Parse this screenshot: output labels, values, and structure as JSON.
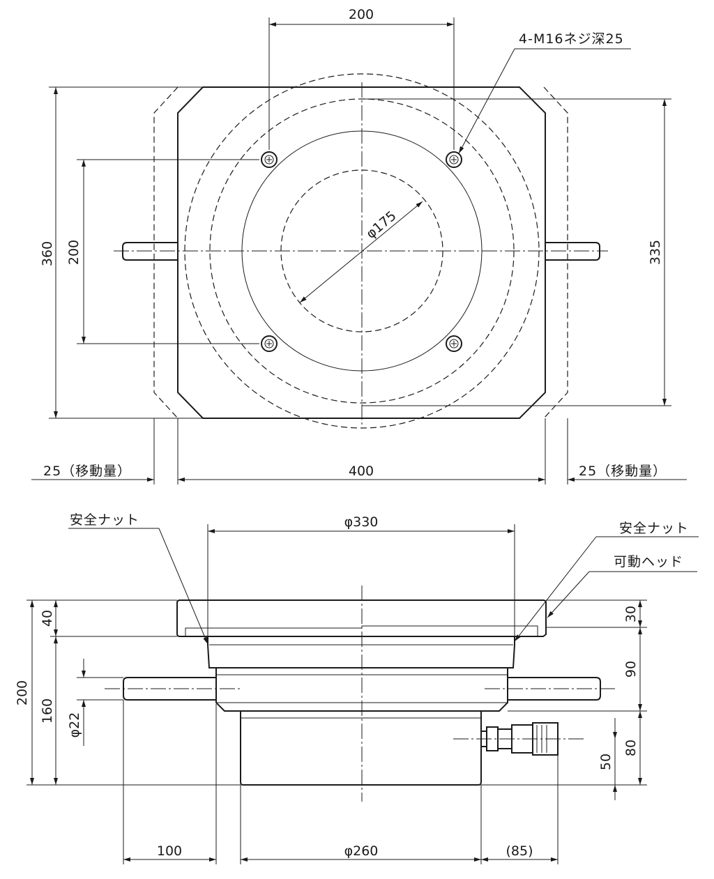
{
  "top_view": {
    "dim_top_hole_spacing": "200",
    "thread_note": "4-M16ネジ深25",
    "dim_diameter_inner": "φ175",
    "dim_height_total": "360",
    "dim_vertical_hole_spacing": "200",
    "dim_height_right": "335",
    "dim_left_travel": "25（移動量）",
    "dim_width": "400",
    "dim_right_travel": "25（移動量）"
  },
  "side_view": {
    "label_safety_nut_left": "安全ナット",
    "dim_top_diameter": "φ330",
    "label_safety_nut_right": "安全ナット",
    "label_movable_head": "可動ヘッド",
    "dim_total_height": "200",
    "dim_top_thickness": "40",
    "dim_lower_height": "160",
    "dim_handle_diameter": "φ22",
    "dim_r30": "30",
    "dim_r90": "90",
    "dim_r80": "80",
    "dim_r50": "50",
    "dim_bottom_100": "100",
    "dim_bottom_diameter": "φ260",
    "dim_bottom_85": "(85)"
  }
}
